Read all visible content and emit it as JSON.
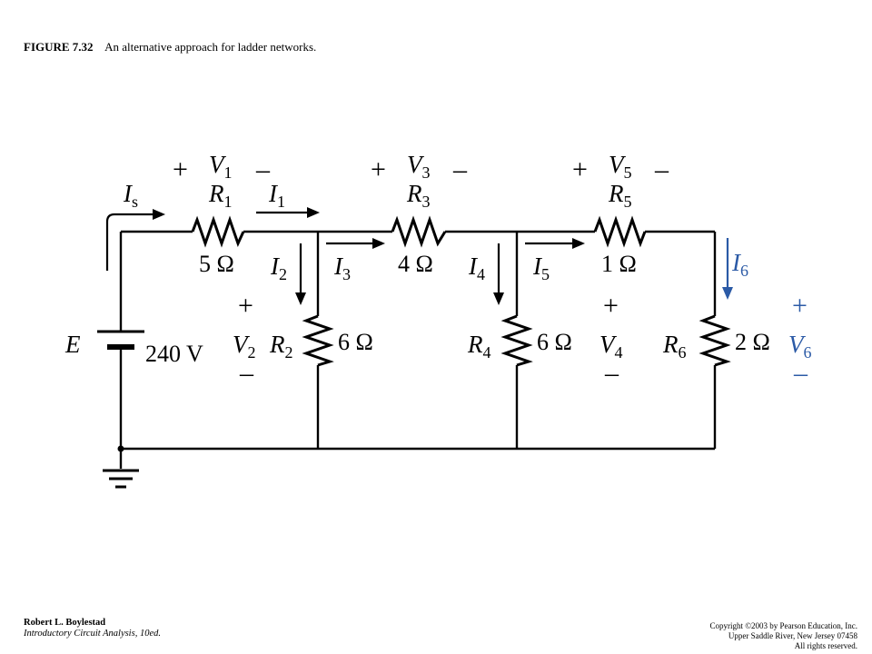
{
  "caption": {
    "figure_number": "FIGURE 7.32",
    "text": "An alternative approach for ladder networks."
  },
  "footer": {
    "author": "Robert L. Boylestad",
    "book": "Introductory Circuit Analysis, 10ed.",
    "copyright": "Copyright ©2003 by Pearson Education, Inc.",
    "publisher_address": "Upper Saddle River, New Jersey 07458",
    "rights": "All rights reserved."
  },
  "circuit": {
    "source": {
      "name": "E",
      "value": "240 V"
    },
    "source_current": {
      "name": "I",
      "sub": "s"
    },
    "resistors": [
      {
        "name": "R",
        "sub": "1",
        "value": "5 Ω"
      },
      {
        "name": "R",
        "sub": "2",
        "value": "6 Ω"
      },
      {
        "name": "R",
        "sub": "3",
        "value": "4 Ω"
      },
      {
        "name": "R",
        "sub": "4",
        "value": "6 Ω"
      },
      {
        "name": "R",
        "sub": "5",
        "value": "1 Ω"
      },
      {
        "name": "R",
        "sub": "6",
        "value": "2 Ω"
      }
    ],
    "voltages": [
      {
        "name": "V",
        "sub": "1"
      },
      {
        "name": "V",
        "sub": "2"
      },
      {
        "name": "V",
        "sub": "3"
      },
      {
        "name": "V",
        "sub": "4"
      },
      {
        "name": "V",
        "sub": "5"
      },
      {
        "name": "V",
        "sub": "6"
      }
    ],
    "currents": [
      {
        "name": "I",
        "sub": "1"
      },
      {
        "name": "I",
        "sub": "2"
      },
      {
        "name": "I",
        "sub": "3"
      },
      {
        "name": "I",
        "sub": "4"
      },
      {
        "name": "I",
        "sub": "5"
      },
      {
        "name": "I",
        "sub": "6"
      }
    ],
    "plus_sign": "+",
    "minus_sign": "–",
    "highlight_color": "#2b5aa6"
  }
}
